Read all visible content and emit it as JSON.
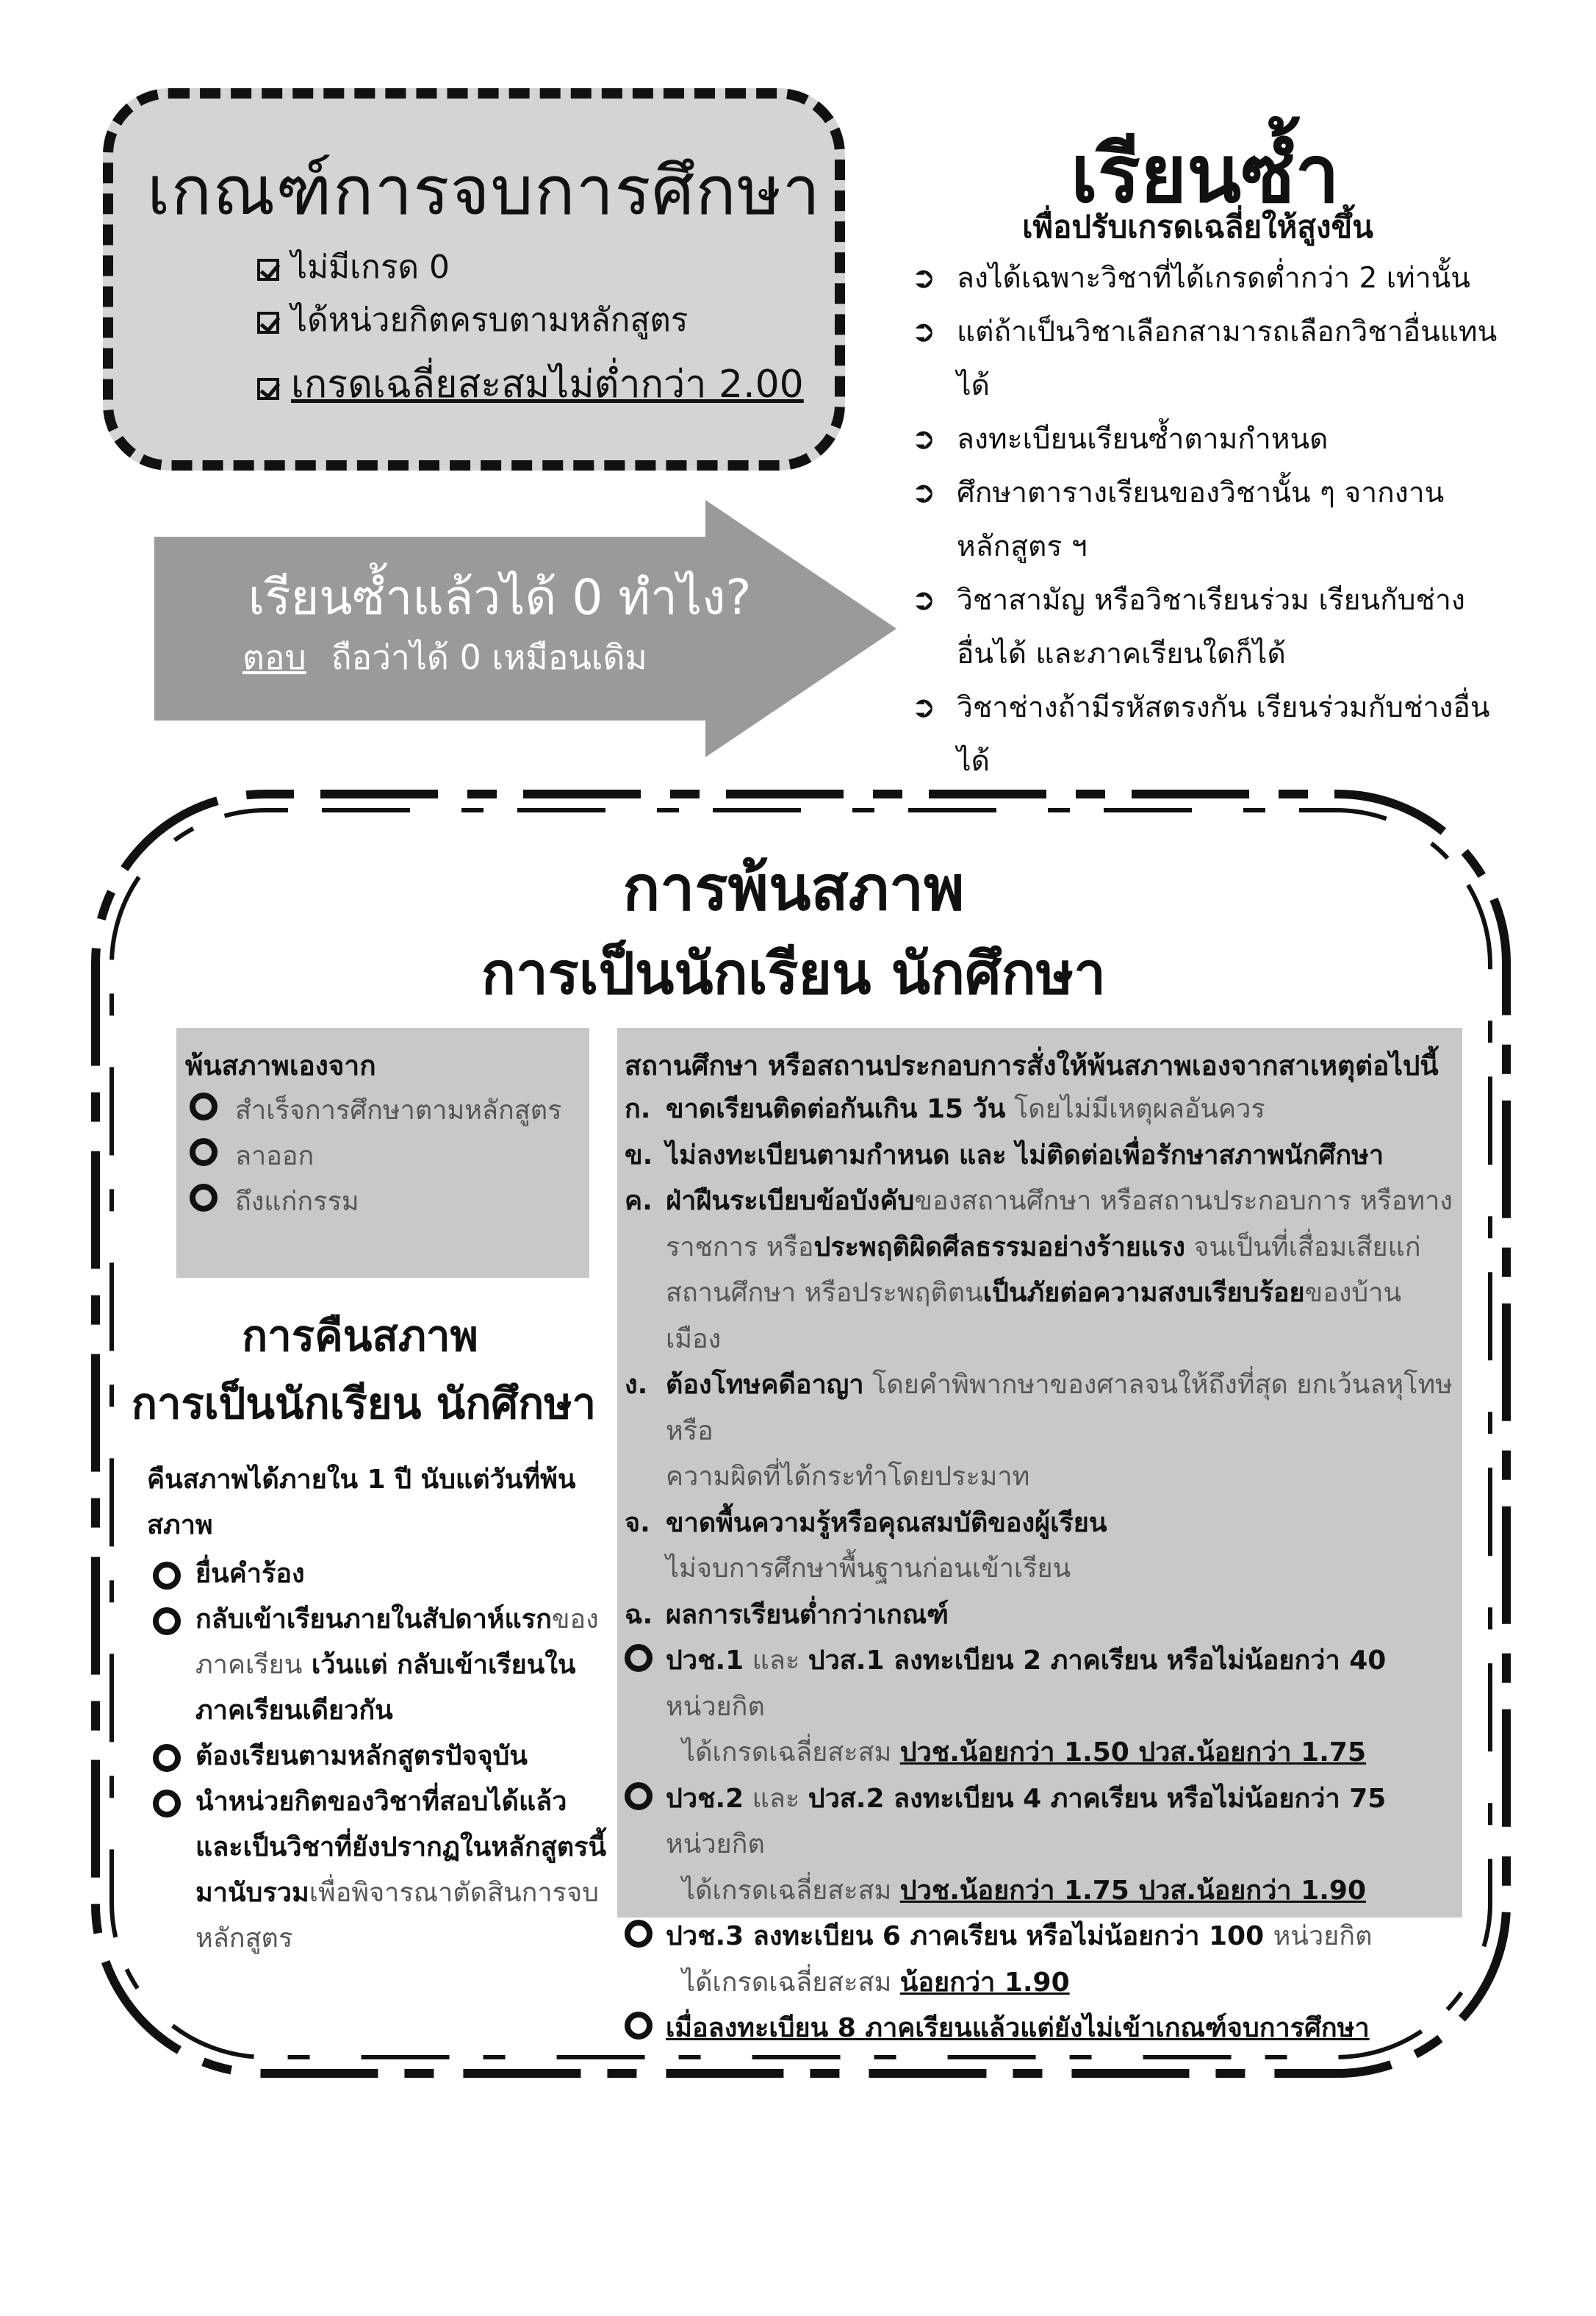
{
  "graduation": {
    "title": "เกณฑ์การจบการศึกษา",
    "criteria": [
      "ไม่มีเกรด 0",
      "ได้หน่วยกิตครบตามหลักสูตร",
      "เกรดเฉลี่ยสะสมไม่ต่ำกว่า 2.00"
    ]
  },
  "arrow": {
    "question": "เรียนซ้ำแล้วได้ 0 ทำไง?",
    "answer_label": "ตอบ",
    "answer_text": "ถือว่าได้ 0 เหมือนเดิม"
  },
  "repeat": {
    "title": "เรียนซ้ำ",
    "subtitle": "เพื่อปรับเกรดเฉลี่ยให้สูงขึ้น",
    "items": [
      "ลงได้เฉพาะวิชาที่ได้เกรดต่ำกว่า 2 เท่านั้น",
      "แต่ถ้าเป็นวิชาเลือกสามารถเลือกวิชาอื่นแทนได้",
      "ลงทะเบียนเรียนซ้ำตามกำหนด",
      "ศึกษาตารางเรียนของวิชานั้น ๆ จากงานหลักสูตร ฯ",
      "วิชาสามัญ หรือวิชาเรียนร่วม เรียนกับช่างอื่นได้ และภาคเรียนใดก็ได้",
      "วิชาช่างถ้ามีรหัสตรงกัน เรียนร่วมกับช่างอื่นได้"
    ]
  },
  "status_loss": {
    "title_line1": "การพ้นสภาพ",
    "title_line2": "การเป็นนักเรียน นักศึกษา",
    "self": {
      "title": "พ้นสภาพเองจาก",
      "items": [
        "สำเร็จการศึกษาตามหลักสูตร",
        "ลาออก",
        "ถึงแก่กรรม"
      ]
    },
    "institution": {
      "heading": "สถานศึกษา หรือสถานประกอบการสั่งให้พ้นสภาพเองจากสาเหตุต่อไปนี้",
      "items": [
        {
          "mark": "ก.",
          "bold": "ขาดเรียนติดต่อกันเกิน 15 วัน",
          "rest": " โดยไม่มีเหตุผลอันควร"
        },
        {
          "mark": "ข.",
          "bold": "ไม่ลงทะเบียนตามกำหนด และ ไม่ติดต่อเพื่อรักษาสภาพนักศึกษา",
          "rest": ""
        },
        {
          "mark": "ค.",
          "line1_bold": "ฝ่าฝืนระเบียบข้อบังคับ",
          "line1_rest": "ของสถานศึกษา หรือสถานประกอบการ หรือทาง",
          "line2_a": "ราชการ หรือ",
          "line2_bold": "ประพฤติผิดศีลธรรมอย่างร้ายแรง",
          "line2_b": " จนเป็นที่เสื่อมเสียแก่",
          "line3_a": "สถานศึกษา หรือประพฤติตน",
          "line3_bold": "เป็นภัยต่อความสงบเรียบร้อย",
          "line3_b": "ของบ้านเมือง"
        },
        {
          "mark": "ง.",
          "bold": "ต้องโทษคดีอาญา",
          "rest": " โดยคำพิพากษาของศาลจนให้ถึงที่สุด ยกเว้นลหุโทษหรือ",
          "line2": "ความผิดที่ได้กระทำโดยประมาท"
        },
        {
          "mark": "จ.",
          "bold": "ขาดพื้นความรู้หรือคุณสมบัติของผู้เรียน",
          "line2": "ไม่จบการศึกษาพื้นฐานก่อนเข้าเรียน"
        },
        {
          "mark": "ฉ.",
          "bold": "ผลการเรียนต่ำกว่าเกณฑ์"
        }
      ],
      "criteria": [
        {
          "a": "ปวช.1",
          "b": " และ ",
          "c": "ปวส.1 ลงทะเบียน 2 ภาคเรียน",
          "d": " หรือไม่น้อยกว่า 40 ",
          "e": "หน่วยกิต",
          "line2_a": "ได้เกรดเฉลี่ยสะสม ",
          "line2_u": "ปวช.น้อยกว่า 1.50 ปวส.น้อยกว่า 1.75"
        },
        {
          "a": "ปวช.2",
          "b": " และ ",
          "c": "ปวส.2 ลงทะเบียน 4 ภาคเรียน",
          "d": " หรือไม่น้อยกว่า 75 ",
          "e": "หน่วยกิต",
          "line2_a": "ได้เกรดเฉลี่ยสะสม ",
          "line2_u": "ปวช.น้อยกว่า 1.75 ปวส.น้อยกว่า 1.90"
        },
        {
          "a": "ปวช.3",
          "b": "",
          "c": " ลงทะเบียน 6 ภาคเรียน",
          "d": " หรือไม่น้อยกว่า 100 ",
          "e": "หน่วยกิต",
          "line2_a": "ได้เกรดเฉลี่ยสะสม ",
          "line2_u": "น้อยกว่า 1.90"
        }
      ],
      "final": "เมื่อลงทะเบียน 8 ภาคเรียนแล้วแต่ยังไม่เข้าเกณฑ์จบการศึกษา"
    }
  },
  "restore": {
    "title_line1": "การคืนสภาพ",
    "title_line2": "การเป็นนักเรียน นักศึกษา",
    "lead": "คืนสภาพได้ภายใน 1 ปี นับแต่วันที่พ้นสภาพ",
    "items": [
      {
        "b1": "ยื่นคำร้อง"
      },
      {
        "b1": "กลับเข้าเรียนภายในสัปดาห์แรก",
        "g1": "ของภาคเรียน",
        "b2": " เว้นแต่ กลับเข้าเรียนในภาคเรียนเดียวกัน"
      },
      {
        "b1": "ต้องเรียนตามหลักสูตรปัจจุบัน"
      },
      {
        "b1": "นำหน่วยกิตของวิชาที่สอบได้แล้ว และเป็นวิชาที่ยังปรากฏในหลักสูตรนี้ มานับรวม",
        "g1": "เพื่อพิจารณาตัดสินการจบหลักสูตร"
      }
    ]
  }
}
